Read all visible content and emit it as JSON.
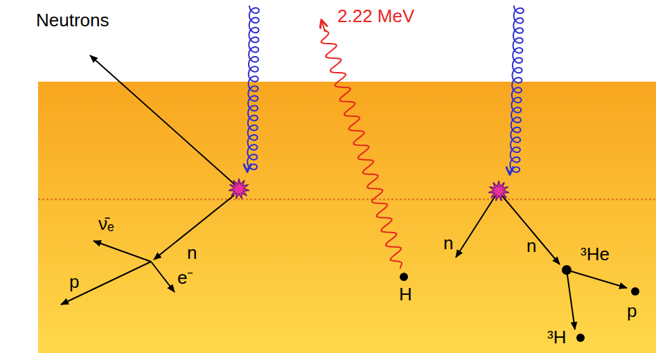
{
  "diagram": {
    "labels": [
      "Neutrons",
      "2.22 MeV",
      "n",
      "ν̄ₑ",
      "p",
      "e⁻",
      "n",
      "H",
      "n",
      "³He",
      "p",
      "³H"
    ]
  }
}
